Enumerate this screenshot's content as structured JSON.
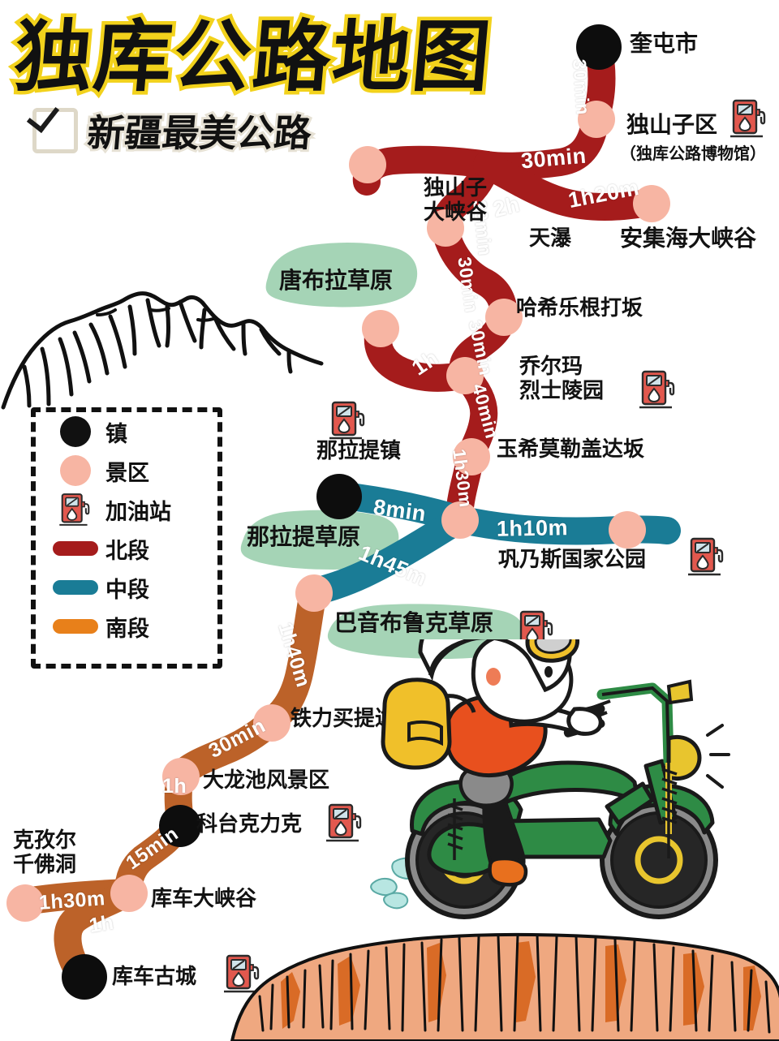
{
  "title": {
    "main": "独库公路地图",
    "subtitle": "新疆最美公路",
    "check_icon": "checkbox-checked-icon"
  },
  "legend": {
    "items": [
      {
        "symbol": "black-circle",
        "label": "镇",
        "color": "#0d0d0d"
      },
      {
        "symbol": "pink-circle",
        "label": "景区",
        "color": "#F7B5A3"
      },
      {
        "symbol": "gas-pump",
        "label": "加油站",
        "color": "#E2584E"
      },
      {
        "symbol": "color-bar",
        "label": "北段",
        "color": "#A51C1C"
      },
      {
        "symbol": "color-bar",
        "label": "中段",
        "color": "#1A7C96"
      },
      {
        "symbol": "color-bar",
        "label": "南段",
        "color": "#E8801A"
      }
    ]
  },
  "colors": {
    "north": "#A51C1C",
    "middle": "#1A7C96",
    "south": "#BC6229",
    "south_legend": "#E8801A",
    "scenic_node": "#F7B5A3",
    "town_node": "#0d0d0d",
    "grass": "#A5D4B6",
    "title_outline": "#F2D21C",
    "cliff": "#EFA880",
    "bike": "#2E8B45"
  },
  "areas": [
    {
      "name": "唐布拉草原"
    },
    {
      "name": "那拉提草原"
    },
    {
      "name": "巴音布鲁克草原"
    }
  ],
  "places": [
    {
      "id": "kuitun",
      "label": "奎屯市",
      "type": "town",
      "section": "north"
    },
    {
      "id": "dushanzi",
      "label": "独山子区",
      "type": "scenic",
      "section": "north",
      "sub": "（独库公路博物馆）",
      "gas": true
    },
    {
      "id": "dushanzi-gorge",
      "label": "独山子\n大峡谷",
      "type": "scenic",
      "section": "north"
    },
    {
      "id": "anjihai",
      "label": "安集海大峡谷",
      "type": "scenic",
      "section": "north"
    },
    {
      "id": "tianpu",
      "label": "天瀑",
      "type": "scenic",
      "section": "north"
    },
    {
      "id": "haxilegen",
      "label": "哈希乐根打坂",
      "type": "scenic",
      "section": "north"
    },
    {
      "id": "qiaoerma",
      "label": "乔尔玛\n烈士陵园",
      "type": "scenic",
      "section": "north",
      "gas": true
    },
    {
      "id": "yuximolegai",
      "label": "玉希莫勒盖达坂",
      "type": "scenic",
      "section": "north"
    },
    {
      "id": "nalati-town",
      "label": "那拉提镇",
      "type": "town",
      "section": "middle",
      "gas": true
    },
    {
      "id": "gongnaisi",
      "label": "巩乃斯国家公园",
      "type": "scenic",
      "section": "middle",
      "gas": true
    },
    {
      "id": "tielimaiti",
      "label": "铁力买提达坂",
      "type": "scenic",
      "section": "south"
    },
    {
      "id": "dalongchi",
      "label": "大龙池风景区",
      "type": "scenic",
      "section": "south"
    },
    {
      "id": "kotaikelike",
      "label": "科台克力克",
      "type": "town",
      "section": "south",
      "gas": true
    },
    {
      "id": "kezier",
      "label": "克孜尔\n千佛洞",
      "type": "scenic",
      "section": "south"
    },
    {
      "id": "kuche-gorge",
      "label": "库车大峡谷",
      "type": "scenic",
      "section": "south"
    },
    {
      "id": "kuche-city",
      "label": "库车古城",
      "type": "town",
      "section": "south",
      "gas": true
    }
  ],
  "segments": [
    {
      "from": "kuitun",
      "to": "dushanzi",
      "time": "30min",
      "section": "north"
    },
    {
      "from": "dushanzi",
      "to": "junction-n",
      "time": "30min",
      "section": "north"
    },
    {
      "from": "junction-n",
      "to": "anjihai",
      "time": "1h20m",
      "section": "north"
    },
    {
      "from": "junction-n",
      "to": "dushanzi-gorge",
      "time": "2h",
      "section": "north"
    },
    {
      "from": "dushanzi-gorge",
      "to": "tianpu",
      "time": "30min",
      "section": "north"
    },
    {
      "from": "tianpu",
      "to": "haxilegen",
      "time": "30min",
      "section": "north"
    },
    {
      "from": "haxilegen",
      "to": "qiaoerma",
      "time": "30min",
      "section": "north"
    },
    {
      "from": "tangbula",
      "to": "qiaoerma",
      "time": "1h",
      "section": "north"
    },
    {
      "from": "qiaoerma",
      "to": "yuximolegai",
      "time": "40min",
      "section": "north"
    },
    {
      "from": "yuximolegai",
      "to": "nalati-junction",
      "time": "1h30m",
      "section": "north"
    },
    {
      "from": "nalati-town",
      "to": "nalati-junction",
      "time": "8min",
      "section": "middle"
    },
    {
      "from": "nalati-junction",
      "to": "gongnaisi",
      "time": "1h10m",
      "section": "middle"
    },
    {
      "from": "nalati-junction",
      "to": "bayinbuluke",
      "time": "1h45m",
      "section": "middle"
    },
    {
      "from": "bayinbuluke",
      "to": "tielimaiti",
      "time": "1h40m",
      "section": "south"
    },
    {
      "from": "tielimaiti",
      "to": "dalongchi",
      "time": "30min",
      "section": "south"
    },
    {
      "from": "dalongchi",
      "to": "kotaikelike",
      "time": "1h",
      "section": "south"
    },
    {
      "from": "kotaikelike",
      "to": "kuche-gorge",
      "time": "15min",
      "section": "south"
    },
    {
      "from": "kezier",
      "to": "kuche-gorge",
      "time": "1h30m",
      "section": "south"
    },
    {
      "from": "kuche-gorge",
      "to": "kuche-city",
      "time": "1h",
      "section": "south"
    }
  ],
  "illustration": {
    "rider": "motorcycle-rider-illustration",
    "cliff": "cliff-rock-illustration",
    "mountain": "mountain-sketch-illustration"
  }
}
